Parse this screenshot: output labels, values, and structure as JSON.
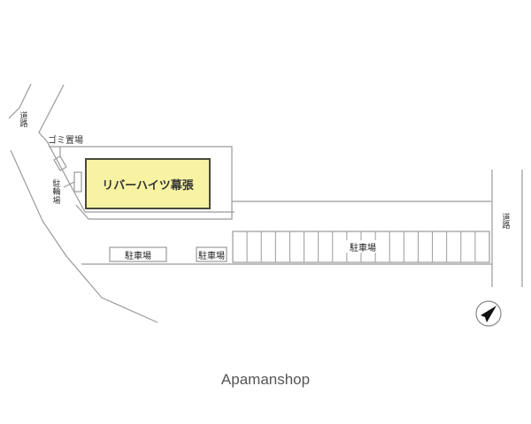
{
  "map": {
    "building": {
      "label": "リバーハイツ幕張",
      "fill": "#f7f3a3",
      "stroke": "#4a4a3a"
    },
    "labels": {
      "road_left": "道路",
      "road_right": "道路",
      "garbage": "ゴミ置場",
      "bicycle_parking": "駐輪場",
      "parking_small_1": "駐車場",
      "parking_small_2": "駐車場",
      "parking_main": "駐車場"
    },
    "parking_main_spaces": 18,
    "compass": {
      "icon": "north-arrow-icon",
      "direction": "north-east"
    },
    "line_color": "#9a9a9a"
  },
  "footer": {
    "brand": "Apamanshop"
  }
}
